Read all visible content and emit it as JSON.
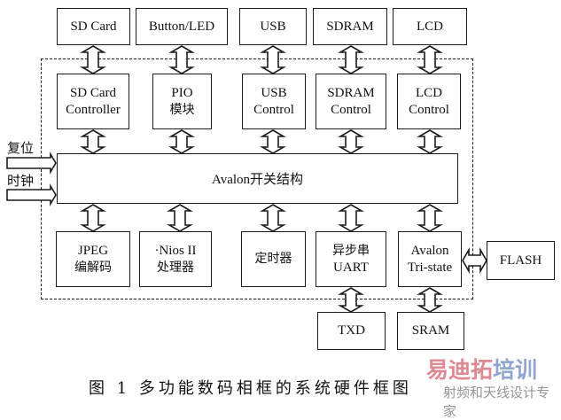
{
  "diagram": {
    "external_top": [
      {
        "id": "sd-card",
        "label": "SD Card"
      },
      {
        "id": "button-led",
        "label": "Button/LED"
      },
      {
        "id": "usb",
        "label": "USB"
      },
      {
        "id": "sdram",
        "label": "SDRAM"
      },
      {
        "id": "lcd",
        "label": "LCD"
      }
    ],
    "controllers_top": [
      {
        "id": "sd-card-controller",
        "lines": [
          "SD Card",
          "Controller"
        ]
      },
      {
        "id": "pio-module",
        "lines": [
          "PIO",
          "模块"
        ]
      },
      {
        "id": "usb-control",
        "lines": [
          "USB",
          "Control"
        ]
      },
      {
        "id": "sdram-control",
        "lines": [
          "SDRAM",
          "Control"
        ]
      },
      {
        "id": "lcd-control",
        "lines": [
          "LCD",
          "Control"
        ]
      }
    ],
    "bus": {
      "label": "Avalon开关结构"
    },
    "inputs": [
      {
        "id": "reset",
        "label": "复位"
      },
      {
        "id": "clock",
        "label": "时钟"
      }
    ],
    "modules_bottom": [
      {
        "id": "jpeg-codec",
        "lines": [
          "JPEG",
          "编解码"
        ]
      },
      {
        "id": "nios-ii",
        "lines": [
          "·Nios II",
          "处理器"
        ]
      },
      {
        "id": "timer",
        "lines": [
          "定时器"
        ]
      },
      {
        "id": "uart",
        "lines": [
          "异步串",
          "UART"
        ]
      },
      {
        "id": "avalon-tristate",
        "lines": [
          "Avalon",
          "Tri-state"
        ]
      }
    ],
    "external_bottom": [
      {
        "id": "txd",
        "label": "TXD"
      },
      {
        "id": "sram",
        "label": "SRAM"
      }
    ],
    "external_right": {
      "id": "flash",
      "label": "FLASH"
    }
  },
  "caption": "图 1  多功能数码相框的系统硬件框图",
  "watermark": {
    "brand_part1": "易迪拓",
    "brand_part2": "培训",
    "tagline": "射频和天线设计专家",
    "color_part1": "#d9747e",
    "color_part2": "#7c97c9"
  }
}
